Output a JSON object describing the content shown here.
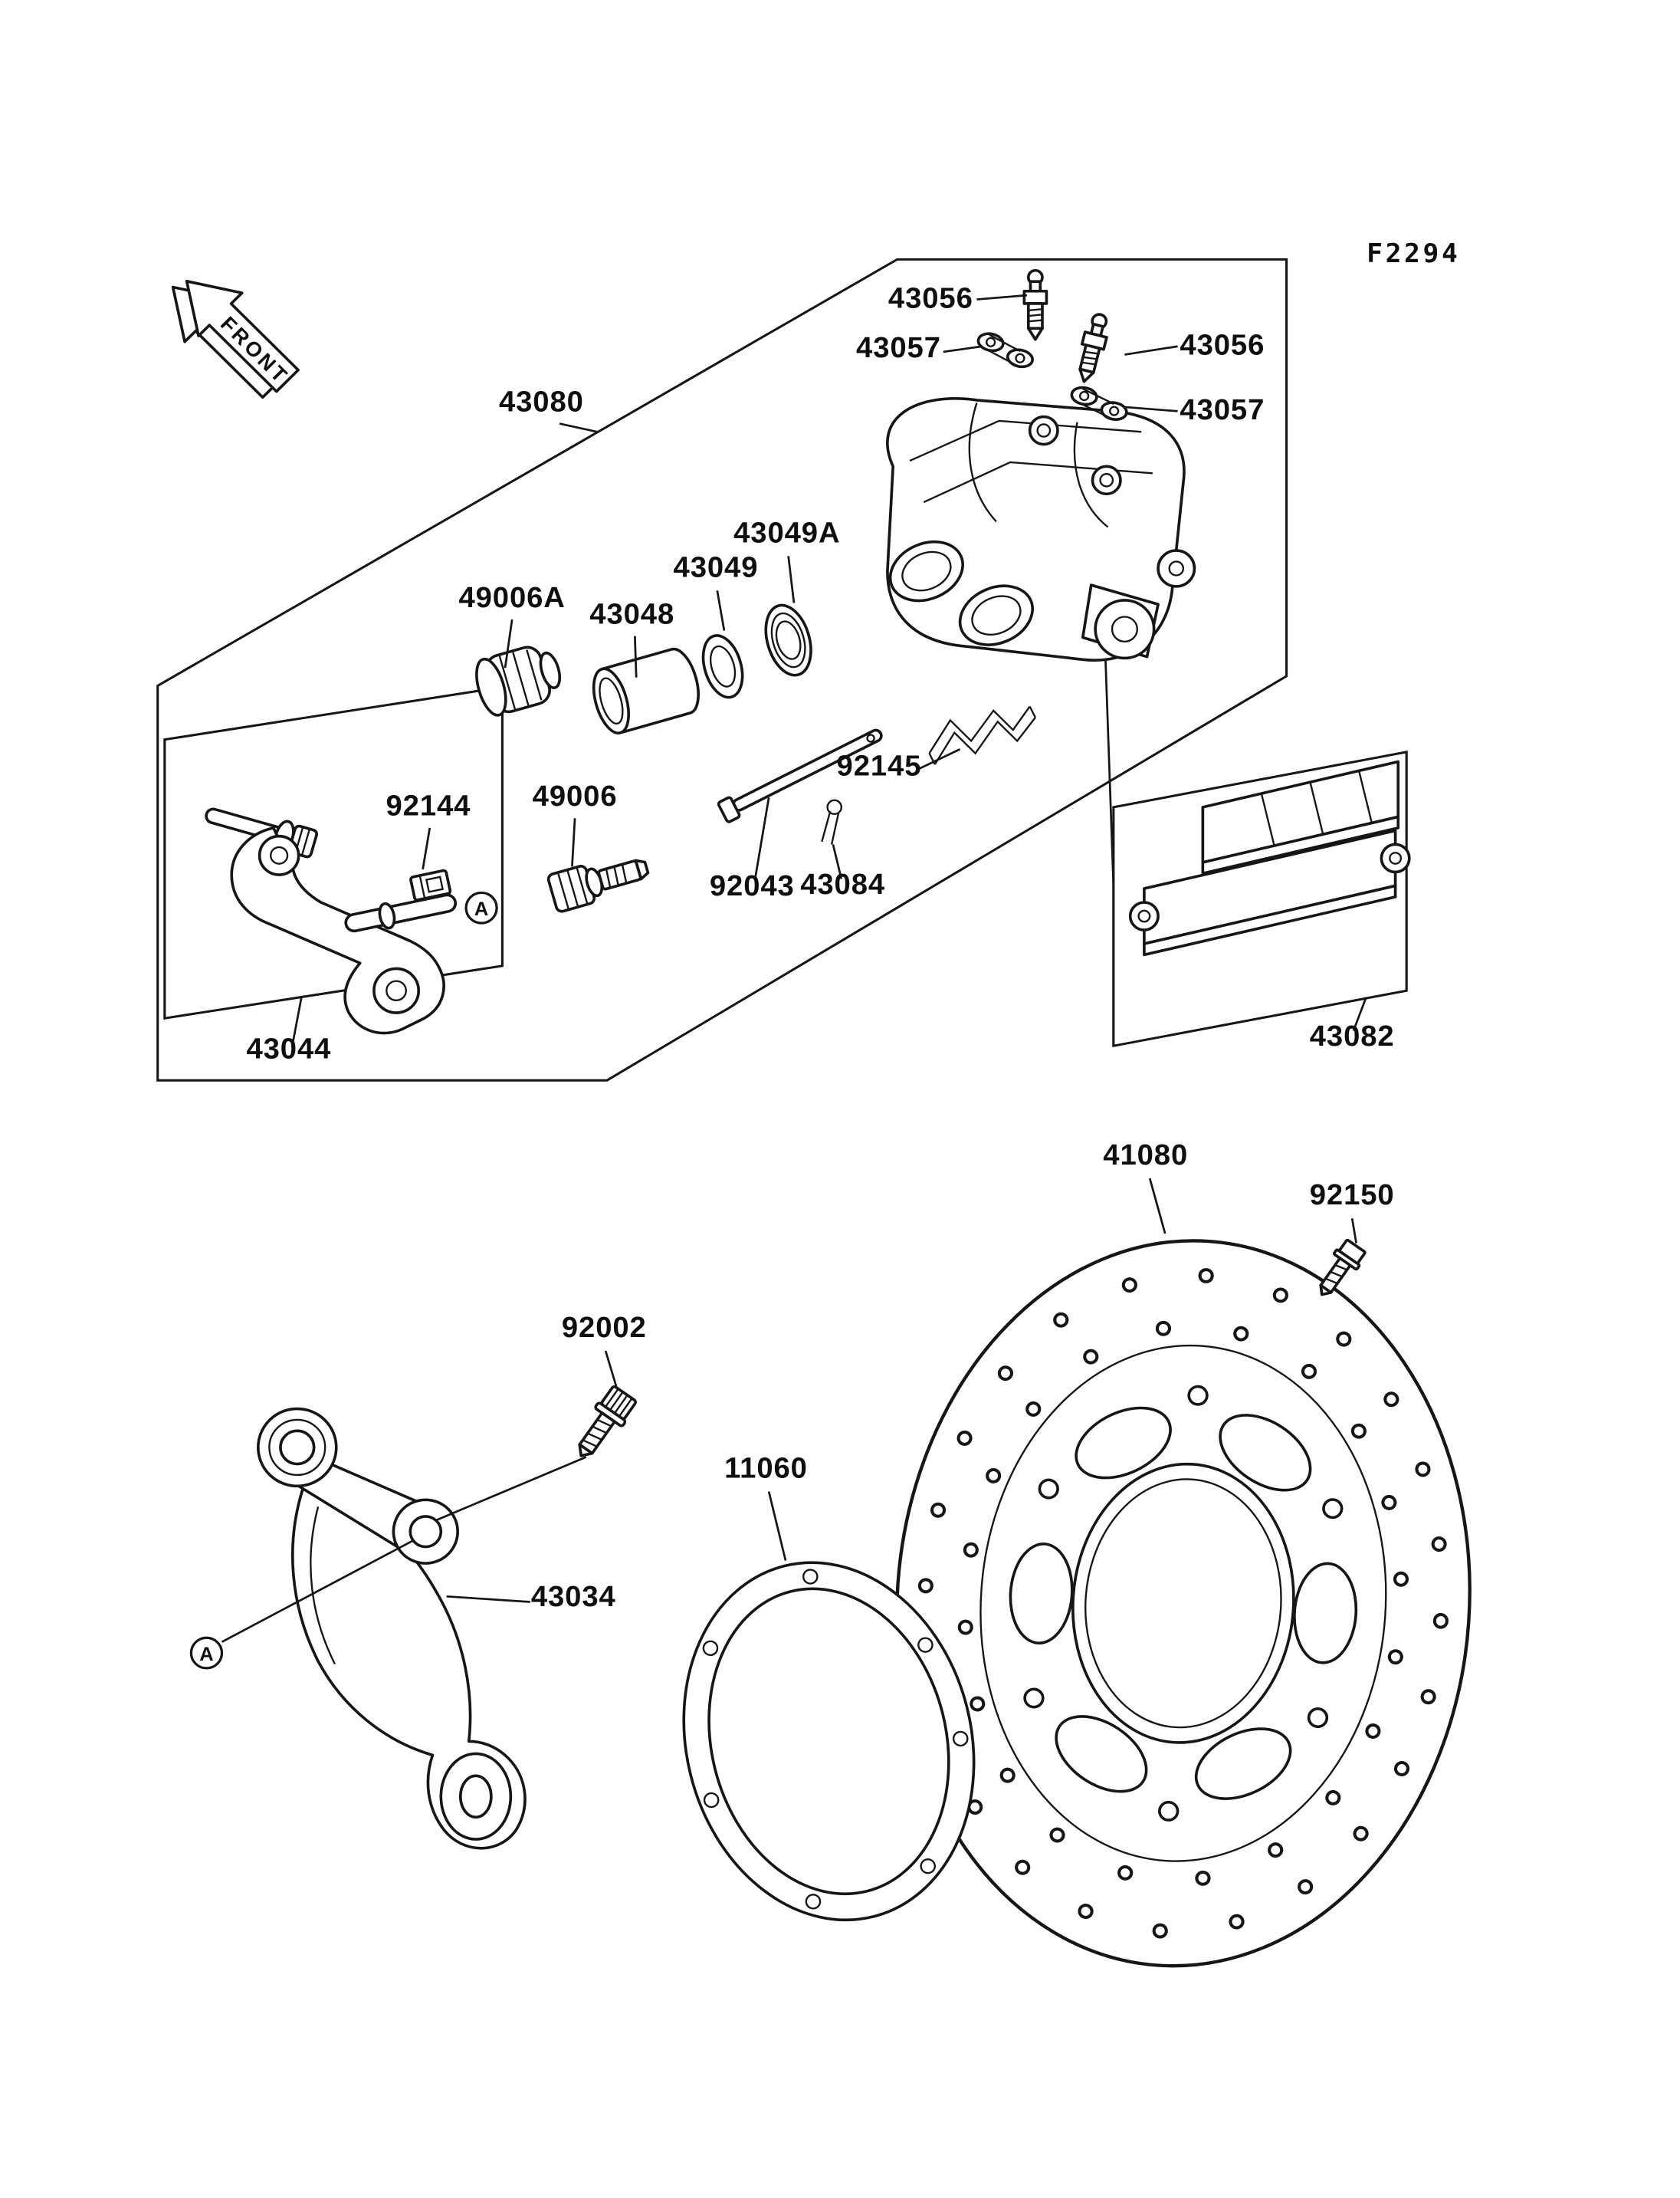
{
  "figure": {
    "code": "F2294",
    "front_label": "FRONT",
    "detail_marker": "A"
  },
  "labels": [
    {
      "text": "43056"
    },
    {
      "text": "43057"
    },
    {
      "text": "43056"
    },
    {
      "text": "43057"
    },
    {
      "text": "43080"
    },
    {
      "text": "43049A"
    },
    {
      "text": "43049"
    },
    {
      "text": "43048"
    },
    {
      "text": "49006A"
    },
    {
      "text": "92144"
    },
    {
      "text": "49006"
    },
    {
      "text": "92145"
    },
    {
      "text": "92043"
    },
    {
      "text": "43084"
    },
    {
      "text": "43044"
    },
    {
      "text": "43082"
    },
    {
      "text": "41080"
    },
    {
      "text": "92150"
    },
    {
      "text": "92002"
    },
    {
      "text": "11060"
    },
    {
      "text": "43034"
    }
  ]
}
